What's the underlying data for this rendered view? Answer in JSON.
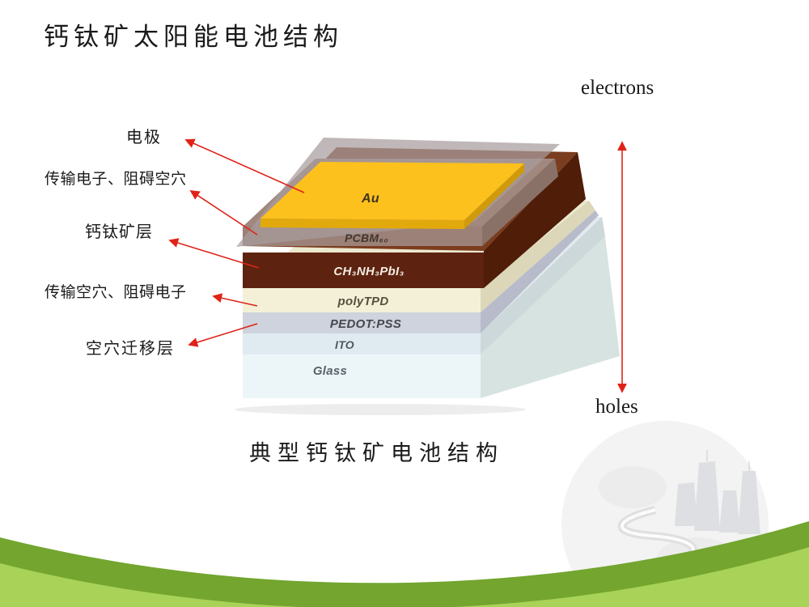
{
  "slide": {
    "title": "钙钛矿太阳能电池结构",
    "caption": "典型钙钛矿电池结构"
  },
  "annotations": {
    "electrode": "电极",
    "electron_transport": "传输电子、阻碍空穴",
    "perovskite": "钙钛矿层",
    "hole_transport": "传输空穴、阻碍电子",
    "hole_migration": "空穴迁移层"
  },
  "flow": {
    "top": "electrons",
    "bottom": "holes"
  },
  "layers": [
    {
      "label": "Au"
    },
    {
      "label": "PCBM₆₀"
    },
    {
      "label": "CH₃NH₃PbI₃"
    },
    {
      "label": "polyTPD"
    },
    {
      "label": "PEDOT:PSS"
    },
    {
      "label": "ITO"
    },
    {
      "label": "Glass"
    }
  ],
  "colors": {
    "arrow_red": "#e02318",
    "gold": "#fcc11d",
    "perovskite_brown": "#5e2310",
    "green_band_light": "#a9d258",
    "green_band_dark": "#73a52f"
  }
}
